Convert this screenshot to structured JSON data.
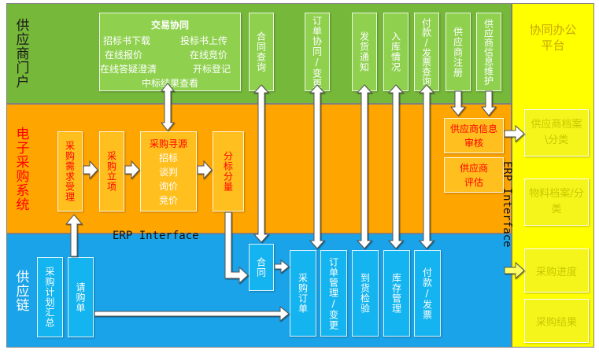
{
  "bands": {
    "supplier": "供应商门户",
    "esys": "电子采购系统",
    "chain": "供应链",
    "platform": "协同办公平台"
  },
  "trade": {
    "title": "交易协同",
    "l1a": "招标书下载",
    "l1b": "投标书上传",
    "l2a": "在线报价",
    "l2b": "在线竞价",
    "l3a": "在线答疑澄清",
    "l3b": "开标登记",
    "l4": "中标结果查看"
  },
  "green_columns": {
    "contract_query": "合同查询",
    "order_sync": "订单协同/变更",
    "ship_notice": "发货通知",
    "stock_status": "入库情况",
    "pay_invoice_query": "付款/发票查询",
    "supplier_register": "供应商注册",
    "supplier_info": "供应商信息维护"
  },
  "orange": {
    "demand": "采购需求受理",
    "project": "采购立项",
    "source_title": "采购寻源",
    "source_items": [
      "招标",
      "谈判",
      "询价",
      "竞价"
    ],
    "split": "分标分量",
    "audit": "供应商信息审核",
    "eval": "供应商评估"
  },
  "blue": {
    "plan": "采购计划汇总",
    "request": "请购单",
    "contract": "合同",
    "order": "采购订单",
    "order_mgmt": "订单管理/变更",
    "arrival": "到货检验",
    "stock_mgmt": "库存管理",
    "pay_invoice": "付款/发票"
  },
  "yellow": {
    "archive_supplier": "供应商档案\\分类",
    "archive_material": "物料档案/分类",
    "progress": "采购进度",
    "result": "采购结果"
  },
  "erp": {
    "horizontal": "ERP Interface",
    "vertical": "ERP Interface"
  },
  "colors": {
    "green_band": "#76b83a",
    "orange_band": "#ffa500",
    "blue_band": "#1aa3e8",
    "yellow_band": "#ffff00",
    "red_text": "#ff0000"
  }
}
